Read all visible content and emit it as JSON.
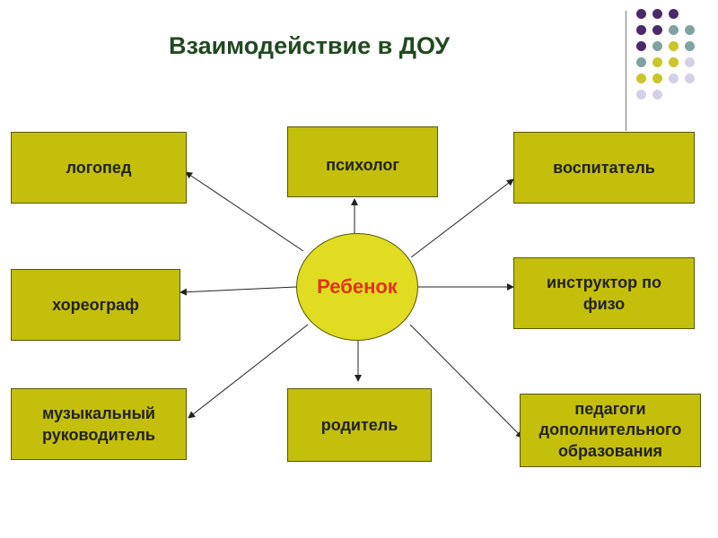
{
  "title": "Взаимодействие в ДОУ",
  "center": "Ребенок",
  "nodes": {
    "logoped": "логопед",
    "psiholog": "психолог",
    "vospitatel": "воспитатель",
    "horeograf": "хореограф",
    "instruktor": [
      "инструктор по",
      "физо"
    ],
    "muzykalny": [
      "музыкальный",
      "руководитель"
    ],
    "roditel": "родитель",
    "pedagogi": [
      "педагоги",
      "дополнительного",
      "образования"
    ]
  },
  "colors": {
    "box_fill": "#c4bf0a",
    "center_fill": "#e0dc22",
    "center_text": "#e0331a",
    "title_text": "#1f4a1f",
    "dot_purple": "#4a2a6a",
    "dot_teal": "#7fa3a0",
    "dot_olive": "#c9c52a",
    "dot_lavender": "#d4d0e6"
  }
}
